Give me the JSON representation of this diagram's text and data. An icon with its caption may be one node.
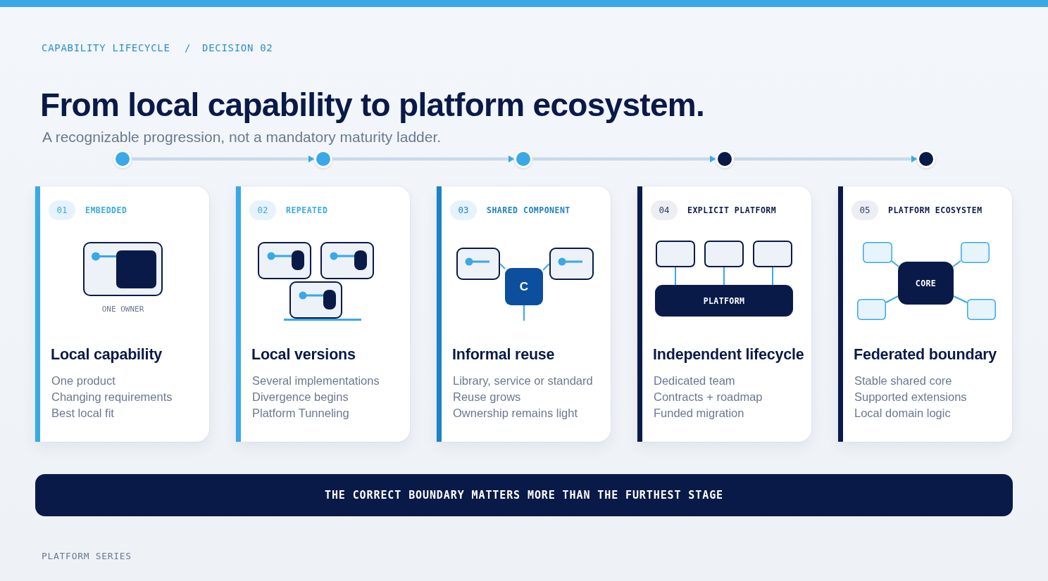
{
  "diagram": {
    "title": "From local capability to platform ecosystem.",
    "nodes": [
      {
        "text": [],
        "shape": "circle"
      },
      {
        "text": [],
        "shape": "circle"
      },
      {
        "text": [],
        "shape": "circle"
      },
      {
        "text": [],
        "shape": "circle"
      },
      {
        "text": [],
        "shape": "circle"
      },
      {
        "text": [
          "EMBEDDED",
          "Local capability",
          "One product",
          "Changing requirements",
          "Best local fit"
        ]
      },
      {
        "text": [
          "01"
        ],
        "in": 5
      },
      {
        "text": [],
        "shape": "box",
        "in": 5,
        "beside": [
          "ONE OWNER"
        ]
      },
      {
        "text": [
          "REPEATED",
          "Local versions",
          "Several implementations",
          "Divergence begins",
          "Platform Tunneling"
        ]
      },
      {
        "text": [
          "02"
        ],
        "in": 8
      },
      {
        "text": [],
        "shape": "box",
        "in": 8
      },
      {
        "text": [],
        "shape": "box",
        "in": 8
      },
      {
        "text": [],
        "shape": "box",
        "in": 8
      },
      {
        "text": [
          "SHARED COMPONENT",
          "Informal reuse",
          "Library, service or standard",
          "Reuse grows",
          "Ownership remains light"
        ]
      },
      {
        "text": [
          "03"
        ],
        "in": 13
      },
      {
        "text": [],
        "shape": "box",
        "in": 13
      },
      {
        "text": [],
        "shape": "box",
        "in": 13
      },
      {
        "text": [
          "C"
        ],
        "in": 13
      },
      {
        "text": [
          "EXPLICIT PLATFORM",
          "Independent lifecycle",
          "Dedicated team",
          "Contracts + roadmap",
          "Funded migration"
        ]
      },
      {
        "text": [
          "04"
        ],
        "in": 18
      },
      {
        "text": [],
        "shape": "box",
        "in": 18
      },
      {
        "text": [],
        "shape": "box",
        "in": 18
      },
      {
        "text": [],
        "shape": "box",
        "in": 18
      },
      {
        "text": [
          "PLATFORM"
        ],
        "in": 18
      },
      {
        "text": [
          "PLATFORM ECOSYSTEM",
          "Federated boundary",
          "Stable shared core",
          "Supported extensions",
          "Local domain logic"
        ]
      },
      {
        "text": [
          "05"
        ],
        "in": 24
      },
      {
        "text": [],
        "shape": "box",
        "in": 24
      },
      {
        "text": [],
        "shape": "box",
        "in": 24
      },
      {
        "text": [
          "CORE"
        ],
        "in": 24
      },
      {
        "text": [],
        "shape": "box",
        "in": 24
      },
      {
        "text": [],
        "shape": "box",
        "in": 24
      },
      {
        "text": [
          "THE CORRECT BOUNDARY MATTERS MORE THAN THE FURTHEST STAGE"
        ]
      }
    ],
    "edges": [
      {
        "from": 0,
        "to": 1,
        "arrow": "to",
        "style": "thick",
        "color": "#c8d9ea"
      },
      {
        "from": 1,
        "to": 2,
        "arrow": "to",
        "style": "thick",
        "color": "#c8d9ea"
      },
      {
        "from": 2,
        "to": 3,
        "arrow": "to",
        "style": "thick",
        "color": "#c8d9ea"
      },
      {
        "from": 3,
        "to": 4,
        "arrow": "to",
        "style": "thick",
        "color": "#c8d9ea"
      },
      {
        "from": 15,
        "to": 17,
        "arrow": "none"
      },
      {
        "from": 16,
        "to": 17,
        "arrow": "none"
      },
      {
        "from": 17,
        "to": null,
        "arrow": "none"
      },
      {
        "from": 20,
        "to": 23,
        "arrow": "none"
      },
      {
        "from": 21,
        "to": 23,
        "arrow": "none"
      },
      {
        "from": 22,
        "to": 23,
        "arrow": "none"
      },
      {
        "from": 26,
        "to": 28,
        "arrow": "none"
      },
      {
        "from": 27,
        "to": 28,
        "arrow": "none"
      },
      {
        "from": 29,
        "to": 28,
        "arrow": "none"
      },
      {
        "from": 30,
        "to": 28,
        "arrow": "none"
      }
    ],
    "labels": [
      "CAPABILITY LIFECYCLE",
      "/",
      "DECISION 02",
      "A recognizable progression, not a mandatory maturity ladder.",
      "PLATFORM SERIES"
    ]
  }
}
